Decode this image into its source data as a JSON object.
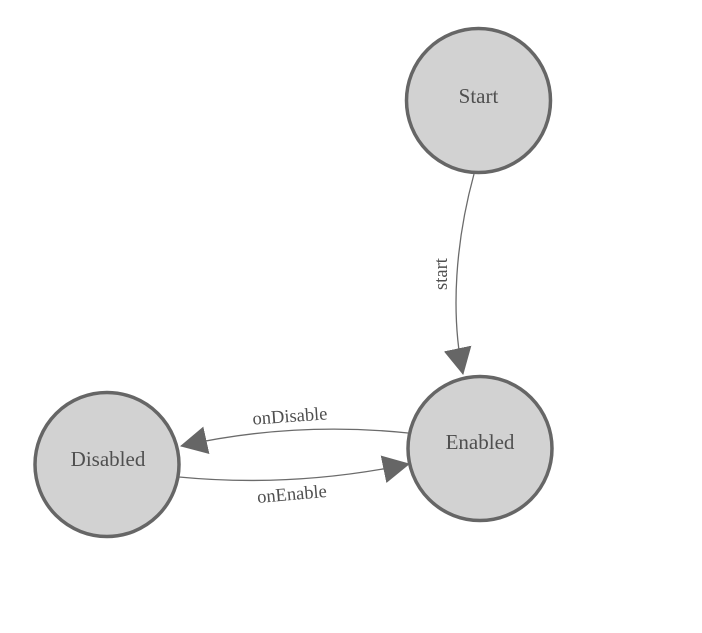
{
  "diagram": {
    "type": "state-machine",
    "colors": {
      "background": "#ffffff",
      "node_fill": "#d2d2d2",
      "node_border": "#666666",
      "edge_line": "#6b6b6b",
      "arrowhead": "#666666",
      "label_text": "#4f4f4f"
    },
    "nodes": [
      {
        "id": "Start",
        "label": "Start"
      },
      {
        "id": "Enabled",
        "label": "Enabled"
      },
      {
        "id": "Disabled",
        "label": "Disabled"
      }
    ],
    "edges": [
      {
        "from": "Start",
        "to": "Enabled",
        "label": "start"
      },
      {
        "from": "Enabled",
        "to": "Disabled",
        "label": "onDisable"
      },
      {
        "from": "Disabled",
        "to": "Enabled",
        "label": "onEnable"
      }
    ]
  }
}
